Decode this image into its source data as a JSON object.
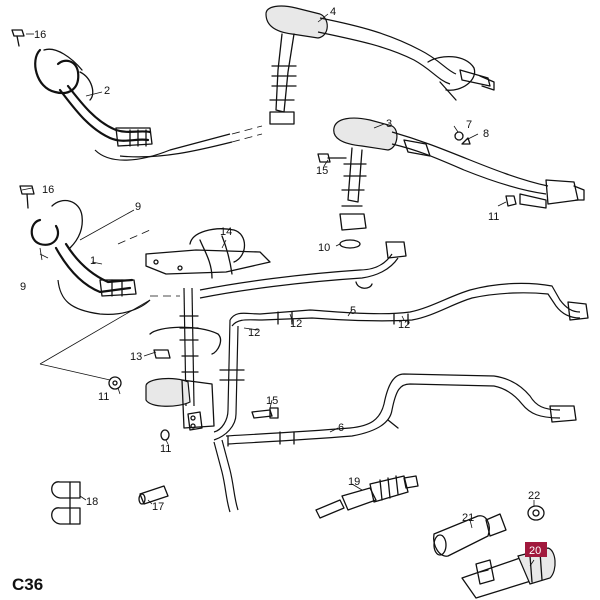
{
  "page_code": "C36",
  "highlighted_part": "20",
  "callouts": {
    "c1": "1",
    "c2": "2",
    "c3": "3",
    "c4": "4",
    "c5": "5",
    "c6": "6",
    "c7": "7",
    "c8": "8",
    "c9a": "9",
    "c9b": "9",
    "c10": "10",
    "c11a": "11",
    "c11b": "11",
    "c11c": "11",
    "c12a": "12",
    "c12b": "12",
    "c12c": "12",
    "c13": "13",
    "c14": "14",
    "c15a": "15",
    "c15b": "15",
    "c16a": "16",
    "c16b": "16",
    "c17": "17",
    "c18": "18",
    "c19": "19",
    "c20": "20",
    "c21": "21",
    "c22": "22"
  }
}
